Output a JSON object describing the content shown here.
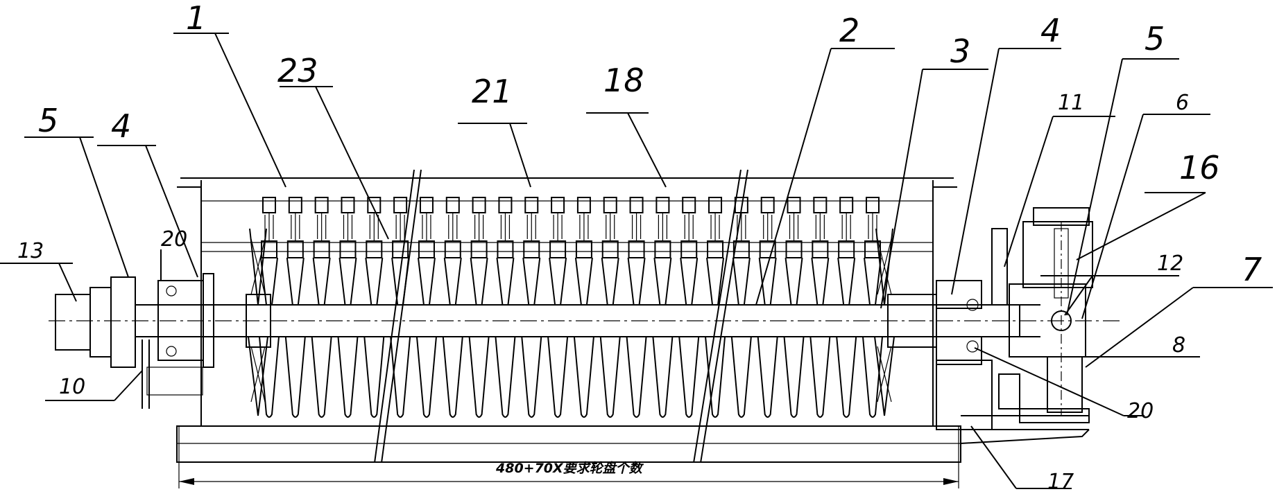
{
  "labels": {
    "l1": "1",
    "l2": "2",
    "l3": "3",
    "l4_right": "4",
    "l5_right": "5",
    "l6": "6",
    "l7": "7",
    "l8": "8",
    "l10": "10",
    "l11": "11",
    "l12": "12",
    "l13": "13",
    "l16": "16",
    "l17": "17",
    "l18": "18",
    "l20_left": "20",
    "l20_right": "20",
    "l21": "21",
    "l23": "23",
    "l4_left": "4",
    "l5_left": "5"
  },
  "dimension": {
    "text": "480+70X要求轮盘个数"
  },
  "disc_count": 24
}
